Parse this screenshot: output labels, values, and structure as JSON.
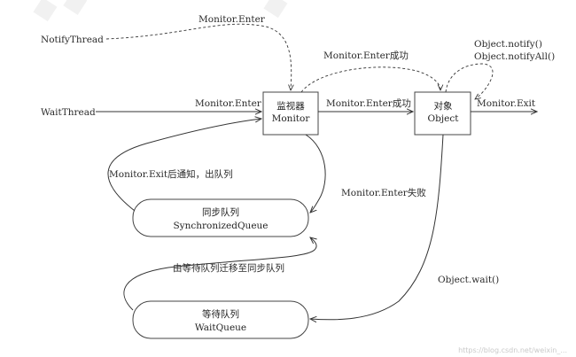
{
  "threads": {
    "notify": "NotifyThread",
    "wait": "WaitThread"
  },
  "nodes": {
    "monitor": {
      "line1": "监视器",
      "line2": "Monitor"
    },
    "object": {
      "line1": "对象",
      "line2": "Object"
    },
    "sync_queue": {
      "line1": "同步队列",
      "line2": "SynchronizedQueue"
    },
    "wait_queue": {
      "line1": "等待队列",
      "line2": "WaitQueue"
    }
  },
  "edges": {
    "notify_enter": "Monitor.Enter",
    "notify_enter_success": "Monitor.Enter成功",
    "wait_enter": "Monitor.Enter",
    "wait_enter_success": "Monitor.Enter成功",
    "notify_calls_1": "Object.notify()",
    "notify_calls_2": "Object.notifyAll()",
    "monitor_exit": "Monitor.Exit",
    "exit_notify_dequeue": "Monitor.Exit后通知，出队列",
    "enter_fail": "Monitor.Enter失败",
    "move_to_sync": "由等待队列迁移至同步队列",
    "object_wait": "Object.wait()"
  },
  "watermark": "https://blog.csdn.net/weixin_..."
}
